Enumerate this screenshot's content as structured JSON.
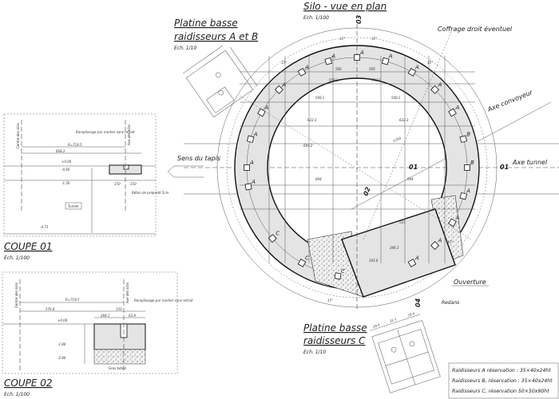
{
  "plan": {
    "title": "Silo - vue en plan",
    "scale": "Ech. 1/100",
    "coffrage_label": "Coffrage  droit éventuel",
    "axe_convoyeur": "Axe convoyeur",
    "axe_tunnel": "Axe tunnel",
    "sens_tapis": "Sens du tapis",
    "ouverture": "Ouverture",
    "redans": "Redans",
    "section_marks": [
      "01",
      "01",
      "02",
      "03",
      "04"
    ],
    "dimensions": [
      "566",
      "566",
      "559.2",
      "559.2",
      "508.1",
      "508.1",
      "622.3",
      "622.3",
      "694.2",
      "694",
      "694",
      "1250",
      "192.6",
      "246.3",
      "525"
    ],
    "angles": [
      "15°",
      "15°",
      "15°",
      "15°",
      "15°",
      "15°"
    ],
    "markers": [
      "A",
      "A",
      "A",
      "A",
      "A",
      "A",
      "A",
      "A",
      "A",
      "A",
      "B",
      "B",
      "A",
      "A",
      "A",
      "A",
      "C",
      "C",
      "C",
      "A",
      "A"
    ]
  },
  "platine_ab": {
    "title_line1": "Platine basse",
    "title_line2": "raidisseurs A et B",
    "scale": "Ech. 1/10"
  },
  "platine_c": {
    "title_line1": "Platine basse",
    "title_line2": "raidisseurs C",
    "scale": "Ech. 1/10",
    "dims": [
      "18.4",
      "32.7",
      "18.4"
    ]
  },
  "coupe01": {
    "title": "COUPE 01",
    "scale": "Ech. 1/100",
    "centre": "Centre des silos",
    "axe": "Axe des silos",
    "remplissage": "Remplissage par mortier sans retrait",
    "radius": "R=718.5",
    "dim1": "608.2",
    "levels": [
      "+0.00",
      "-0.60",
      "-1.50",
      "-4.73"
    ],
    "dims_bottom": [
      "150",
      "150"
    ],
    "beton": "Béton de propreté 5cm",
    "tunnel": "Tunnel"
  },
  "coupe02": {
    "title": "COUPE 02",
    "scale": "Ech. 1/100",
    "centre": "Centre des silos",
    "axe": "Axe des silos",
    "remplissage": "Remplissage par mortier sans retrait",
    "radius": "R=718.5",
    "dims": [
      "576.4",
      "150",
      "284.1",
      "63.9"
    ],
    "levels": [
      "+0.00",
      "-1.80",
      "-2.80"
    ],
    "gros_beton": "Gros béton"
  },
  "legend": [
    "Raidisseurs A réservation : 35×40x24ht",
    "Raidisseurs B, réservation : 35×40x24ht",
    "Raidisseurs C, réservation 50×50x90ht"
  ]
}
